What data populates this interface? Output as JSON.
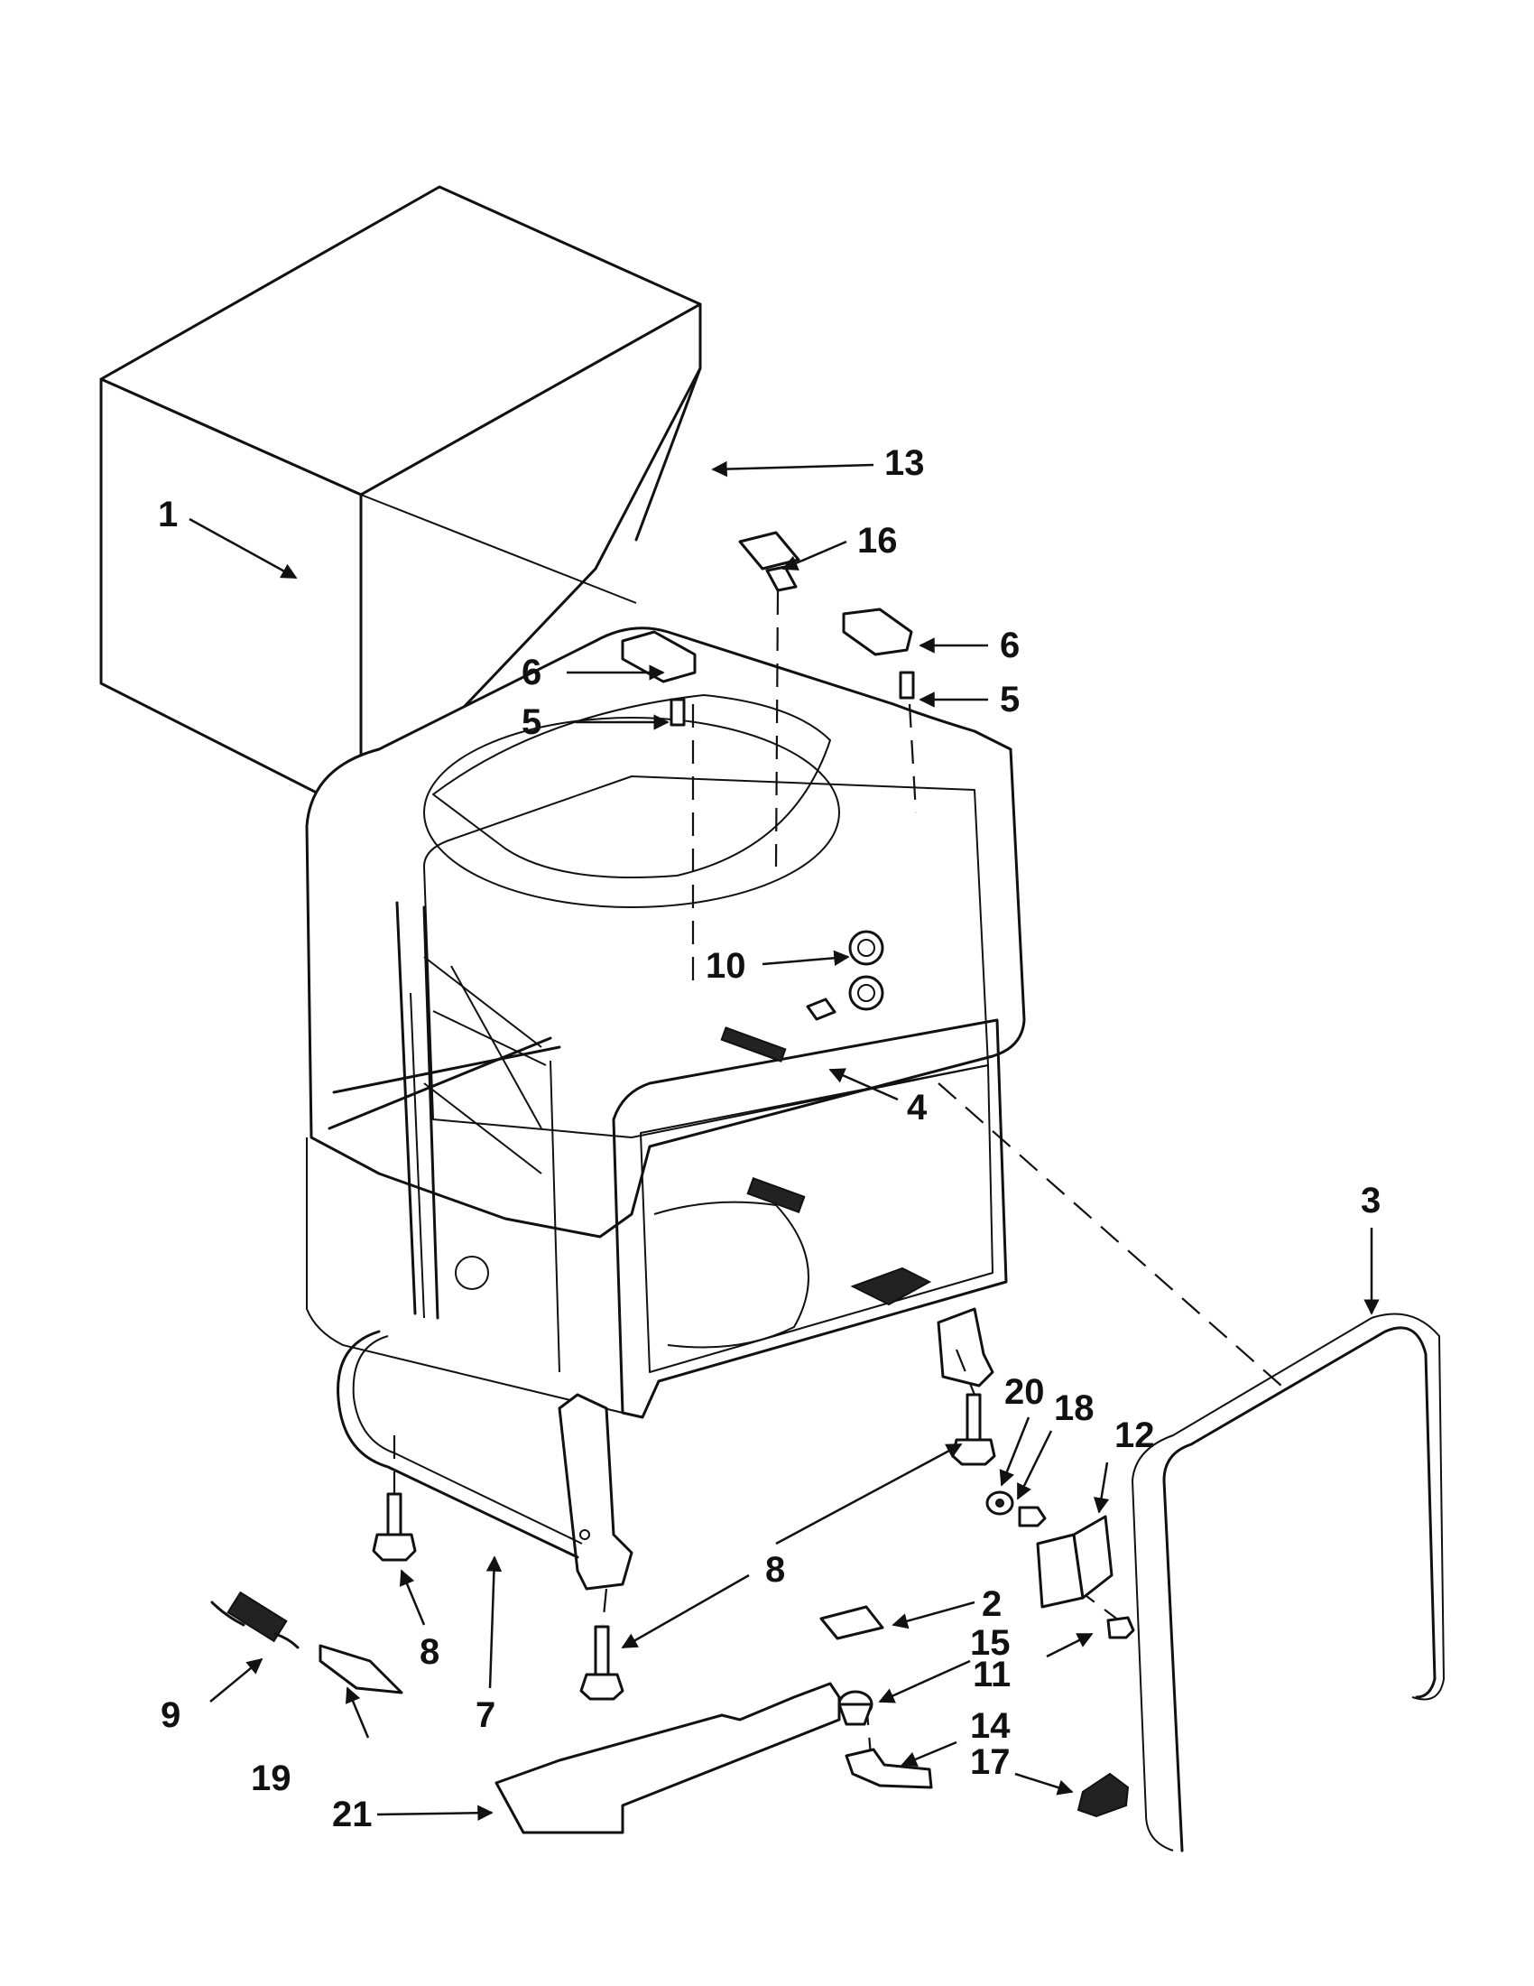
{
  "callouts": [
    {
      "id": "1",
      "text": "1"
    },
    {
      "id": "2",
      "text": "2"
    },
    {
      "id": "3",
      "text": "3"
    },
    {
      "id": "4",
      "text": "4"
    },
    {
      "id": "5a",
      "text": "5"
    },
    {
      "id": "5b",
      "text": "5"
    },
    {
      "id": "6a",
      "text": "6"
    },
    {
      "id": "6b",
      "text": "6"
    },
    {
      "id": "7",
      "text": "7"
    },
    {
      "id": "8a",
      "text": "8"
    },
    {
      "id": "8b",
      "text": "8"
    },
    {
      "id": "9",
      "text": "9"
    },
    {
      "id": "10",
      "text": "10"
    },
    {
      "id": "11",
      "text": "11"
    },
    {
      "id": "12",
      "text": "12"
    },
    {
      "id": "13",
      "text": "13"
    },
    {
      "id": "14",
      "text": "14"
    },
    {
      "id": "15",
      "text": "15"
    },
    {
      "id": "16",
      "text": "16"
    },
    {
      "id": "17",
      "text": "17"
    },
    {
      "id": "18",
      "text": "18"
    },
    {
      "id": "19",
      "text": "19"
    },
    {
      "id": "20",
      "text": "20"
    },
    {
      "id": "21",
      "text": "21"
    }
  ]
}
